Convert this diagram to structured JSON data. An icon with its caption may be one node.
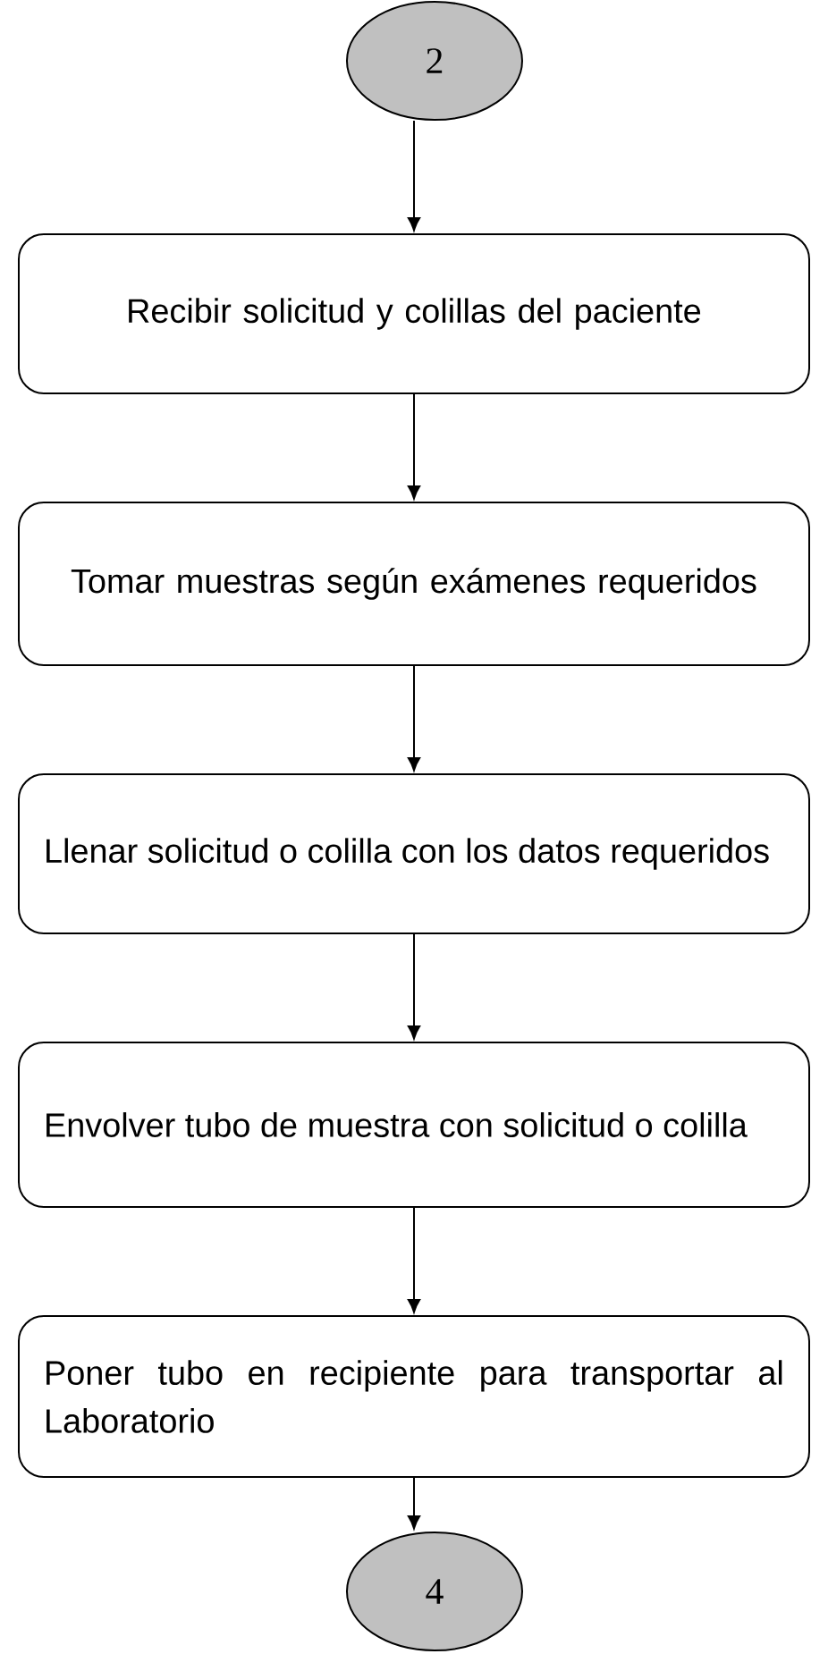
{
  "diagram": {
    "nodes": [
      {
        "text": [
          "2"
        ]
      },
      {
        "text": [
          "Recibir solicitud y colillas del paciente"
        ]
      },
      {
        "text": [
          "Tomar muestras según exámenes requeridos"
        ]
      },
      {
        "text": [
          "Llenar solicitud o colilla con los datos requeridos"
        ]
      },
      {
        "text": [
          "Envolver tubo de muestra con solicitud o colilla"
        ]
      },
      {
        "text": [
          "Poner tubo en recipiente para transportar al Laboratorio"
        ]
      },
      {
        "text": [
          "4"
        ]
      }
    ],
    "edges": [
      {
        "from": 0,
        "to": 1,
        "arrow": "to"
      },
      {
        "from": 1,
        "to": 2,
        "arrow": "to"
      },
      {
        "from": 2,
        "to": 3,
        "arrow": "to"
      },
      {
        "from": 3,
        "to": 4,
        "arrow": "to"
      },
      {
        "from": 4,
        "to": 5,
        "arrow": "to"
      },
      {
        "from": 5,
        "to": 6,
        "arrow": "to"
      }
    ]
  }
}
